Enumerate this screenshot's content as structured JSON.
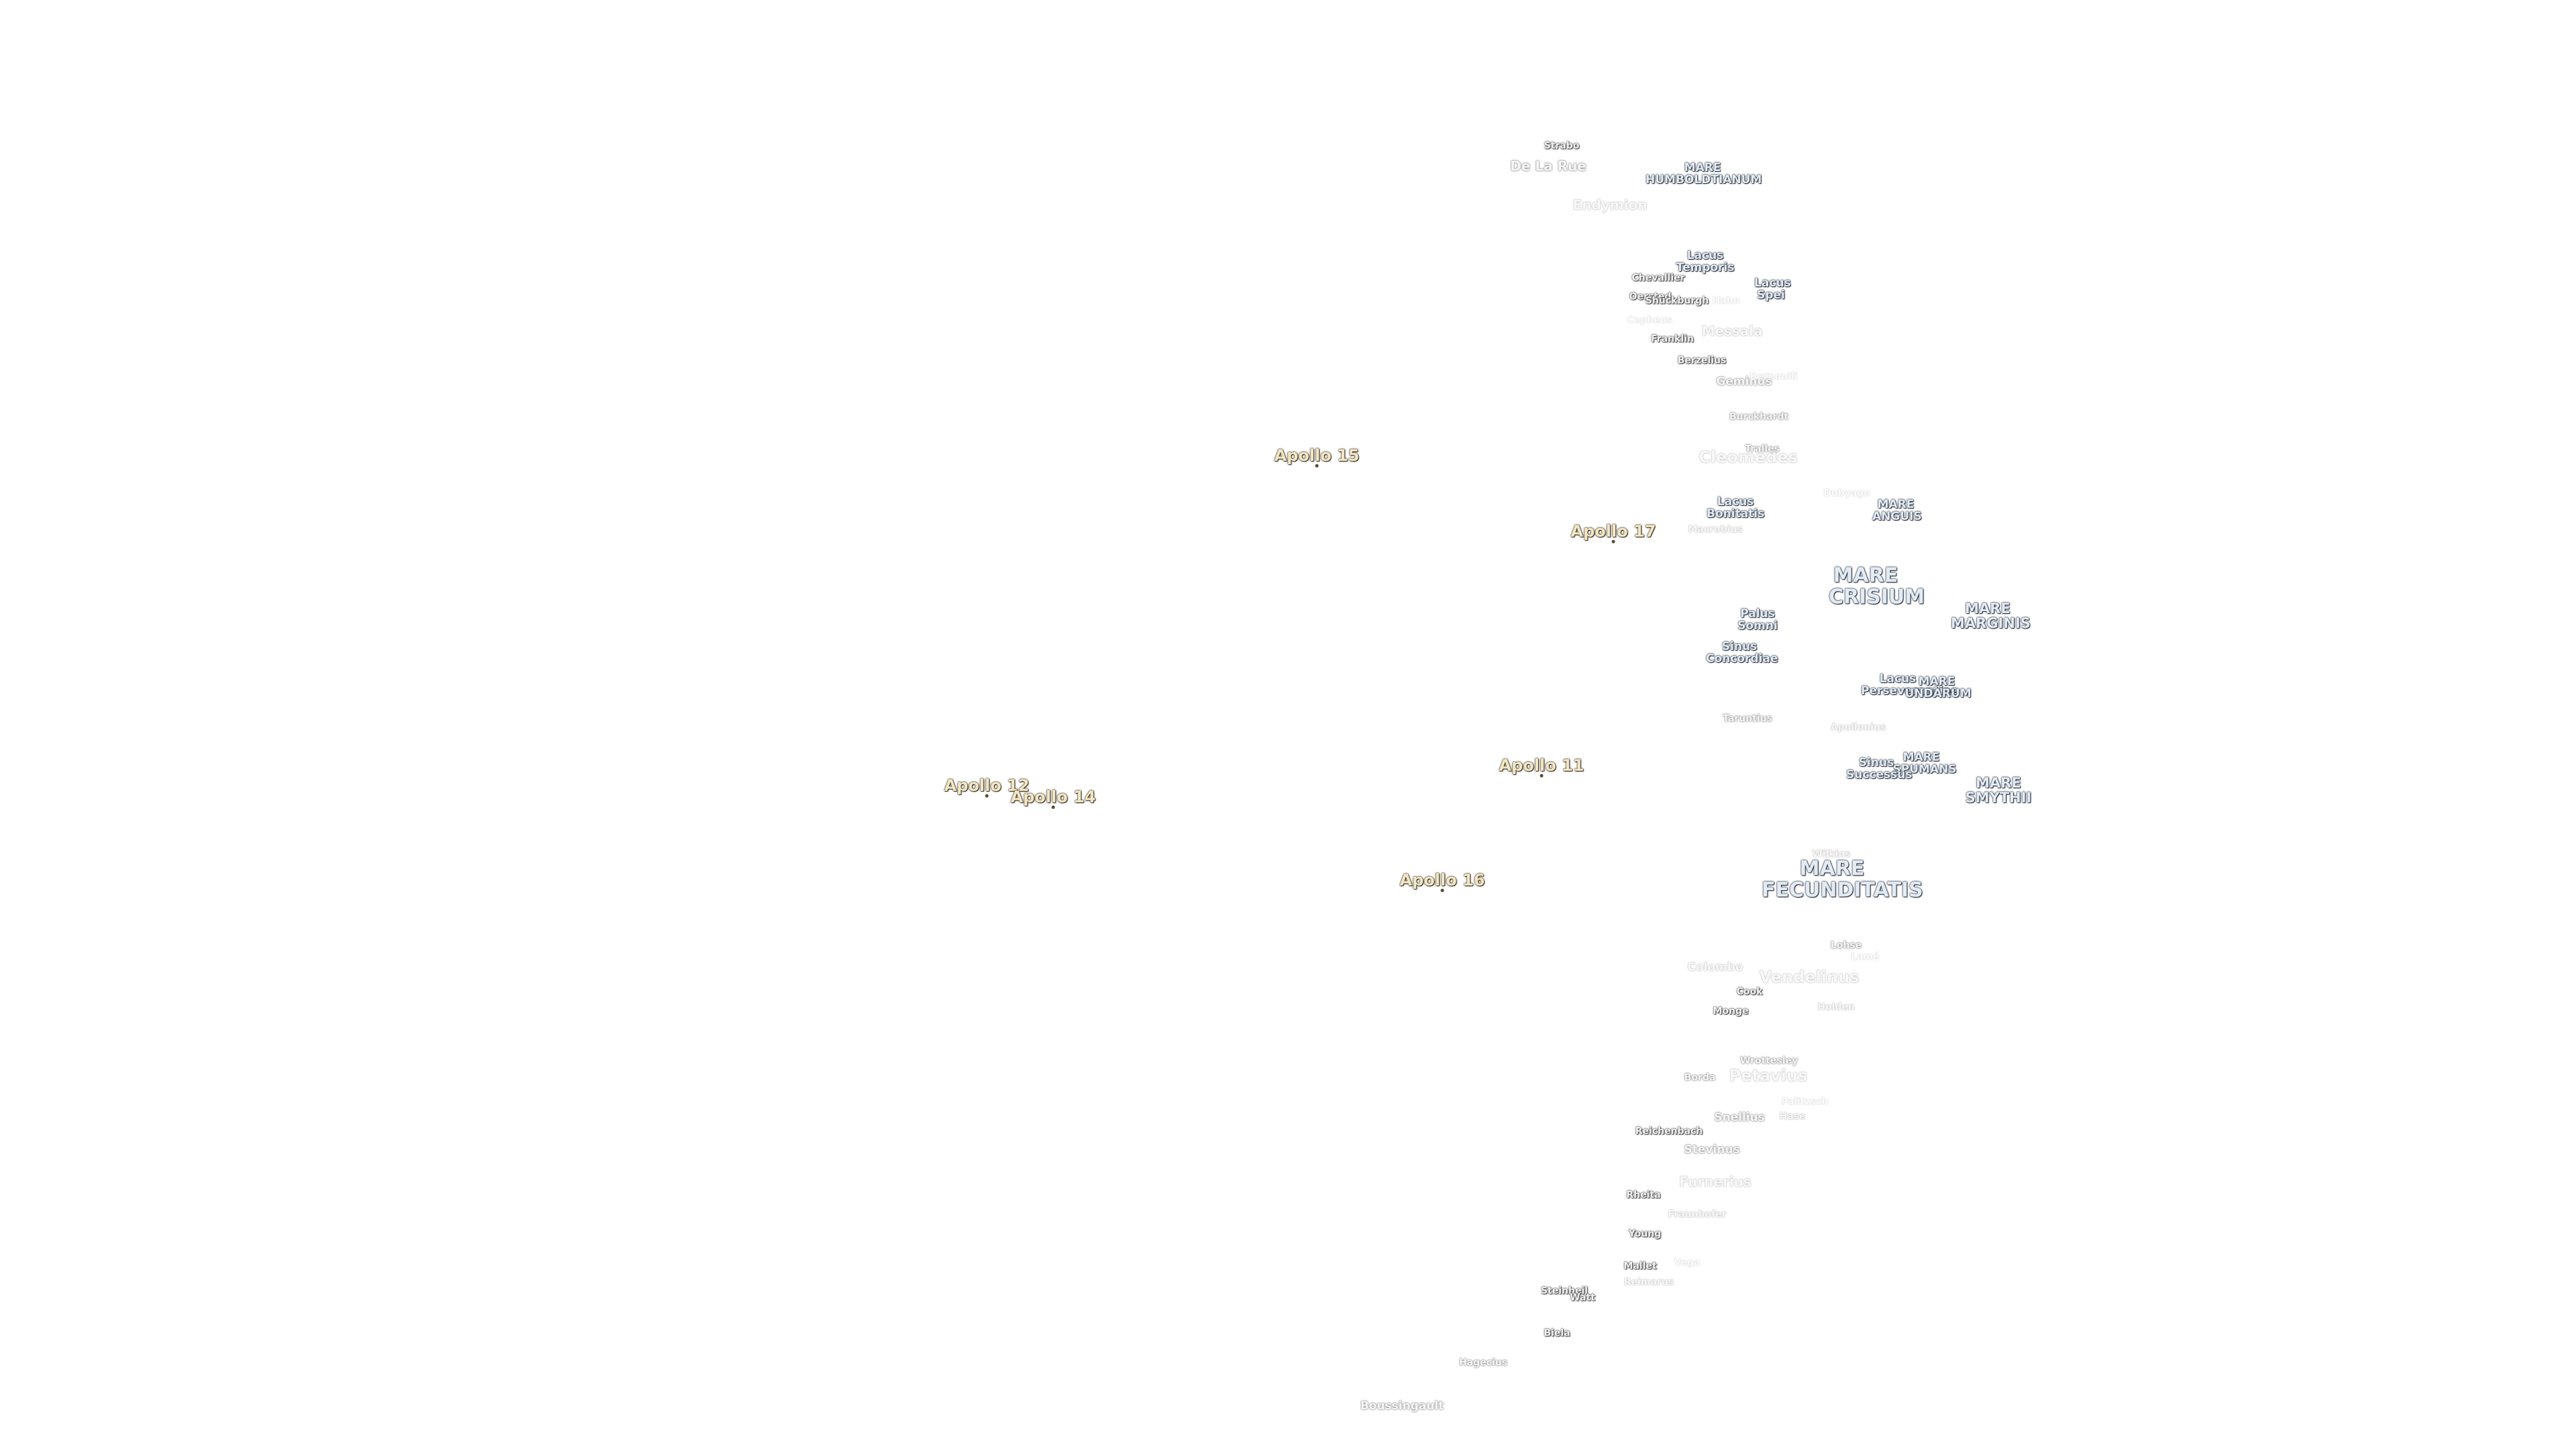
{
  "map": {
    "apollo_sites": [
      "Apollo 15",
      "Apollo 17",
      "Apollo 11",
      "Apollo 12",
      "Apollo 14",
      "Apollo 16"
    ],
    "maria": [
      "MARE HUMBOLDTIANUM",
      "Lacus Temporis",
      "Lacus Spei",
      "Lacus Bonitatis",
      "MARE ANGUIS",
      "MARE CRISIUM",
      "MARE MARGINIS",
      "Palus Somni",
      "Sinus Concordiae",
      "Lacus Perseverantiae",
      "MARE UNDARUM",
      "MARE SPUMANS",
      "Sinus Successus",
      "MARE SMYTHII",
      "MARE FECUNDITATIS"
    ],
    "craters": [
      "Strabo",
      "De La Rue",
      "Endymion",
      "Chevallier",
      "Cepheus",
      "Oersted",
      "Shuckburgh",
      "Hahn",
      "Franklin",
      "Messala",
      "Berzelius",
      "Geminus",
      "Bernoulli",
      "Burckhardt",
      "Cleomedes",
      "Tralles",
      "Dubyago",
      "Macrobius",
      "Taruntius",
      "Apollonius",
      "Wilkins",
      "Colombo",
      "Vendelinus",
      "Lohse",
      "Lamé",
      "Cook",
      "Monge",
      "Holden",
      "Wrottesley",
      "Borda",
      "Petavius",
      "Snellius",
      "Hase",
      "Palitzsch",
      "Reichenbach",
      "Stevinus",
      "Furnerius",
      "Rheita",
      "Fraunhofer",
      "Young",
      "Mallet",
      "Vega",
      "Reimarus",
      "Steinheil",
      "Watt",
      "Biela",
      "Hagecius",
      "Boussingault"
    ]
  }
}
